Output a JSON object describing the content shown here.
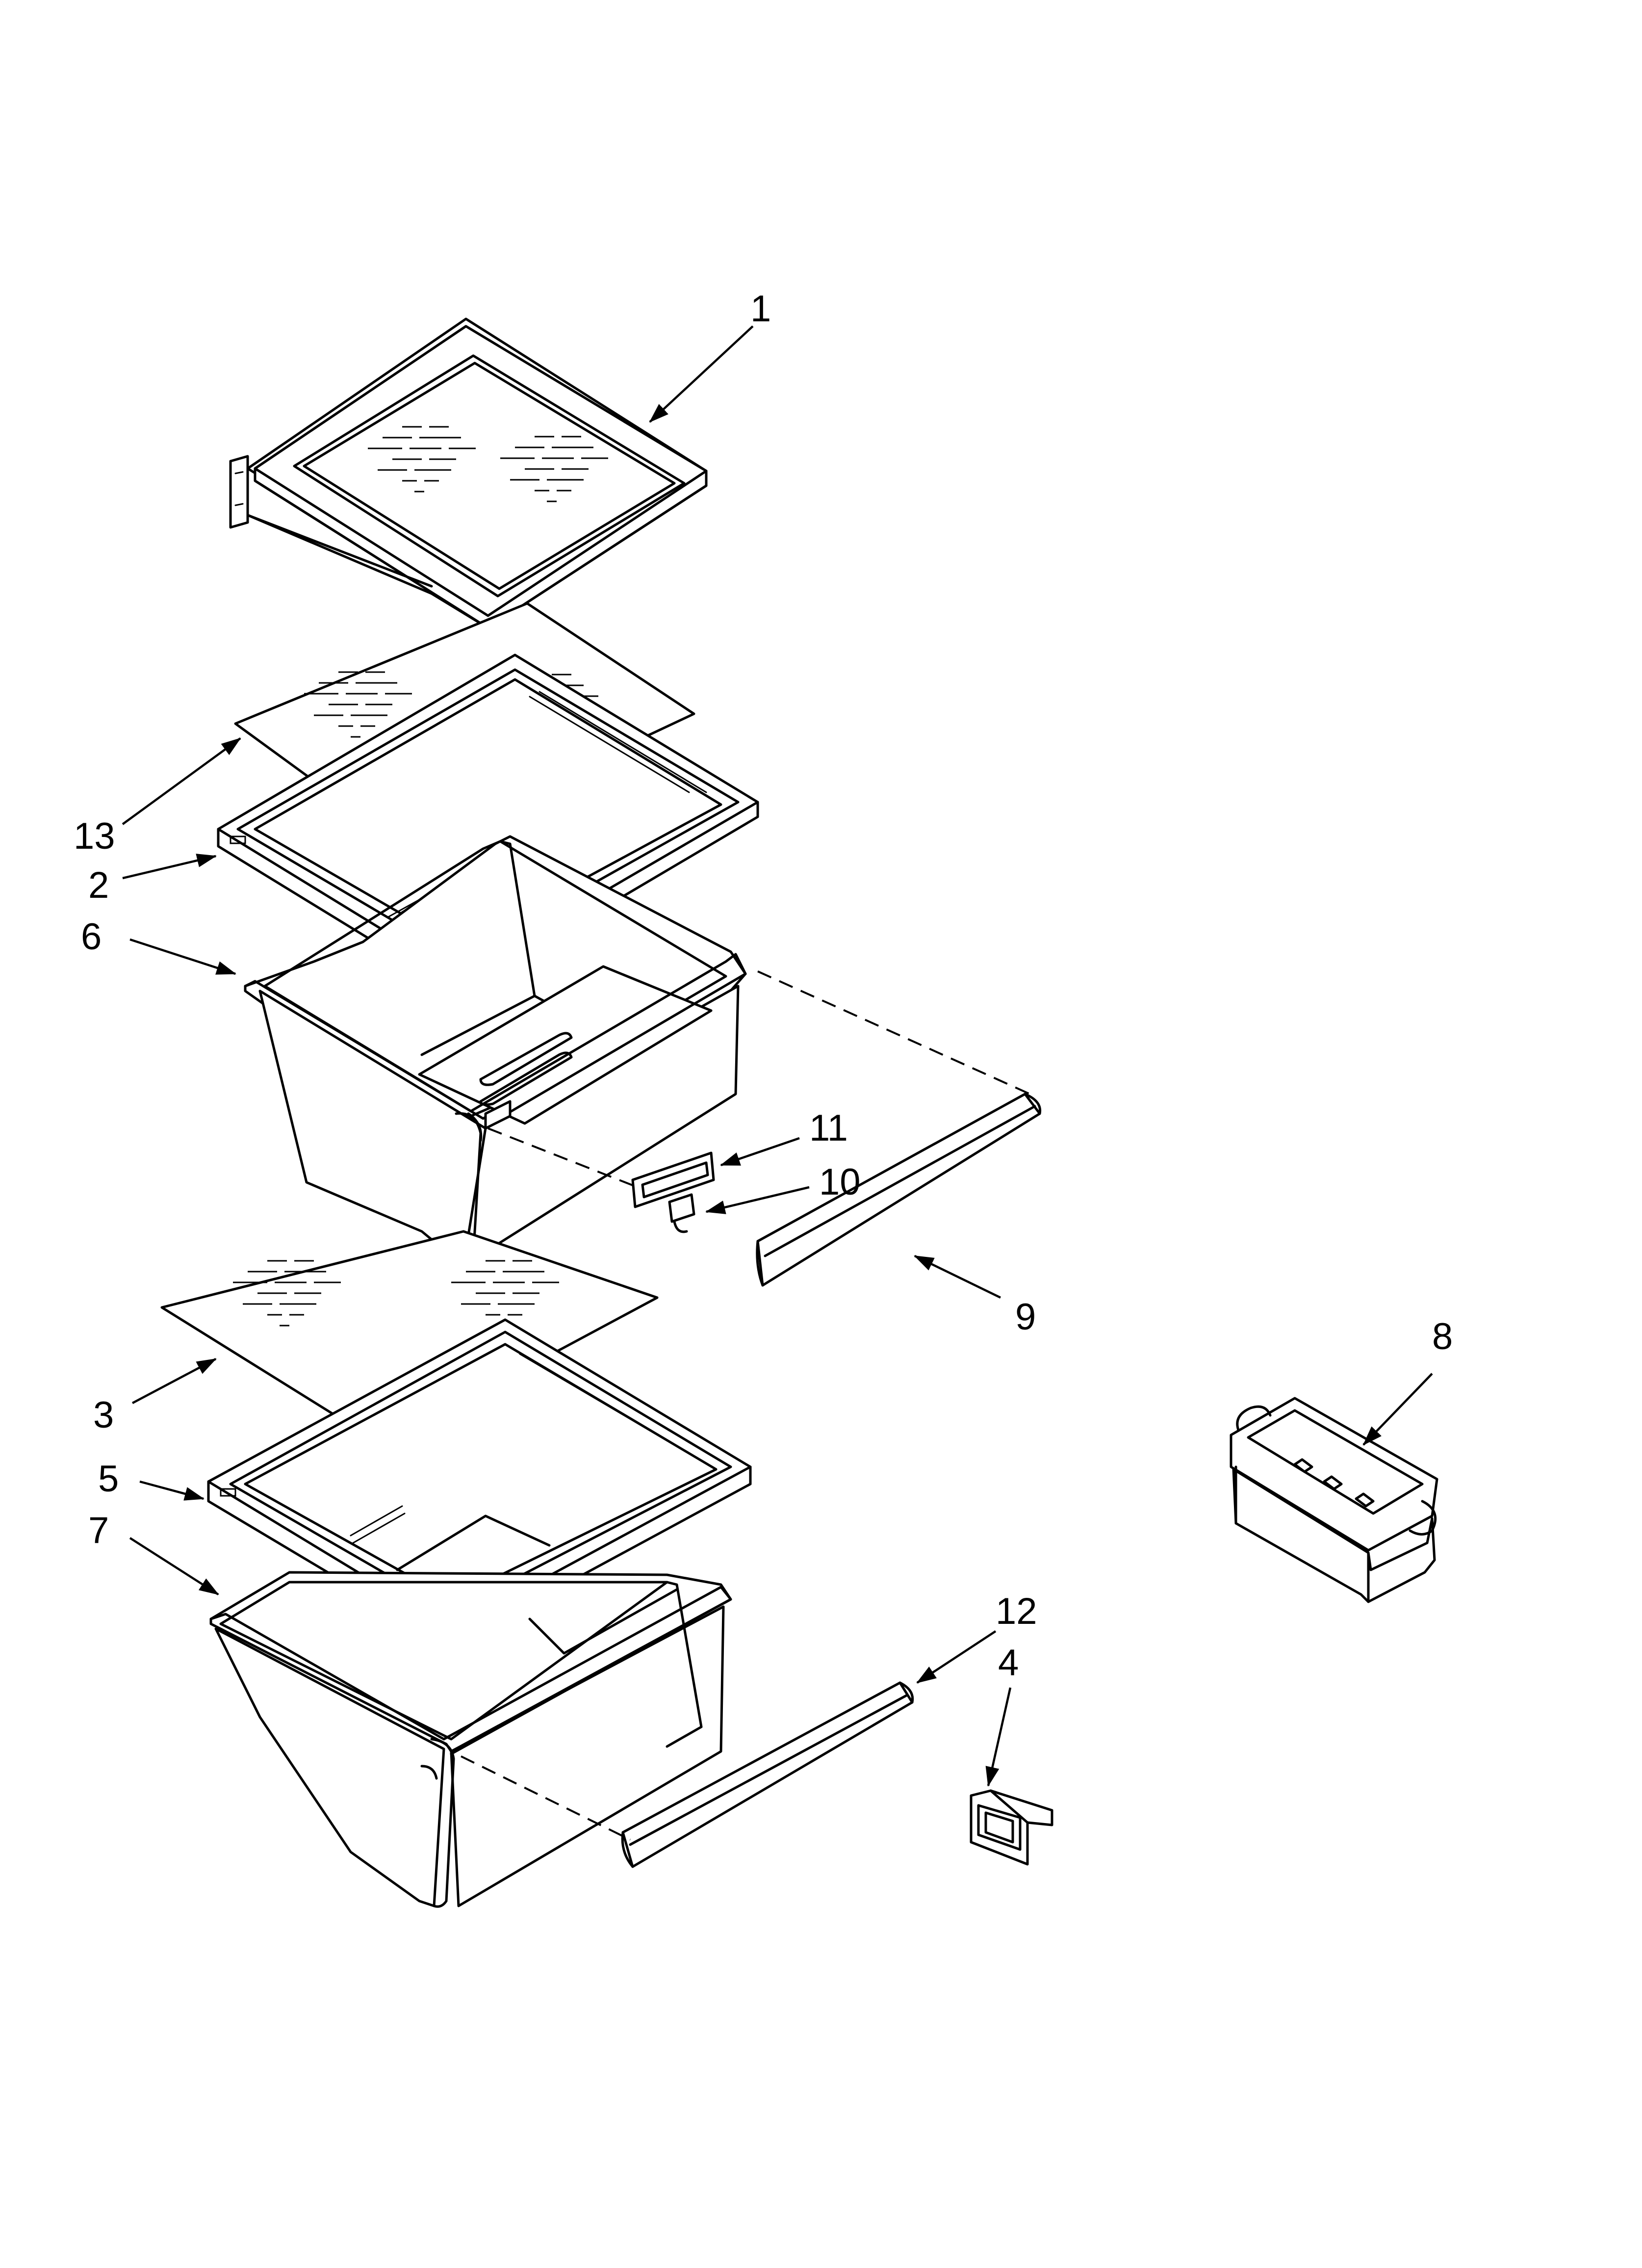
{
  "callouts": [
    {
      "id": "c1",
      "label": "1"
    },
    {
      "id": "c13",
      "label": "13"
    },
    {
      "id": "c2",
      "label": "2"
    },
    {
      "id": "c6",
      "label": "6"
    },
    {
      "id": "c11",
      "label": "11"
    },
    {
      "id": "c10",
      "label": "10"
    },
    {
      "id": "c9",
      "label": "9"
    },
    {
      "id": "c8",
      "label": "8"
    },
    {
      "id": "c3",
      "label": "3"
    },
    {
      "id": "c5",
      "label": "5"
    },
    {
      "id": "c7",
      "label": "7"
    },
    {
      "id": "c12",
      "label": "12"
    },
    {
      "id": "c4",
      "label": "4"
    }
  ]
}
